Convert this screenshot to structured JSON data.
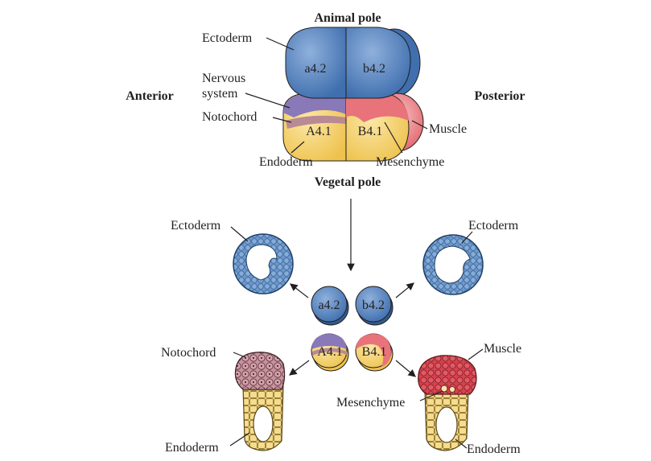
{
  "axes": {
    "top": "Animal pole",
    "bottom": "Vegetal pole",
    "left": "Anterior",
    "right": "Posterior"
  },
  "embryo_labels": {
    "ectoderm": "Ectoderm",
    "nervous_line1": "Nervous",
    "nervous_line2": "system",
    "notochord": "Notochord",
    "endoderm": "Endoderm",
    "muscle": "Muscle",
    "mesenchyme": "Mesenchyme"
  },
  "blastomeres": {
    "a42": "a4.2",
    "b42": "b4.2",
    "A41": "A4.1",
    "B41": "B4.1"
  },
  "fates": {
    "ectoderm_left": "Ectoderm",
    "ectoderm_right": "Ectoderm",
    "notochord": "Notochord",
    "endoderm_left": "Endoderm",
    "muscle": "Muscle",
    "mesenchyme": "Mesenchyme",
    "endoderm_right": "Endoderm"
  },
  "colors": {
    "ectoderm_blue": "#4f81bd",
    "endoderm_yellow": "#f2cc5c",
    "mesoderm_red": "#e0666b",
    "nervous_purple": "#8a79b8",
    "notochord_pink": "#b98a94"
  }
}
